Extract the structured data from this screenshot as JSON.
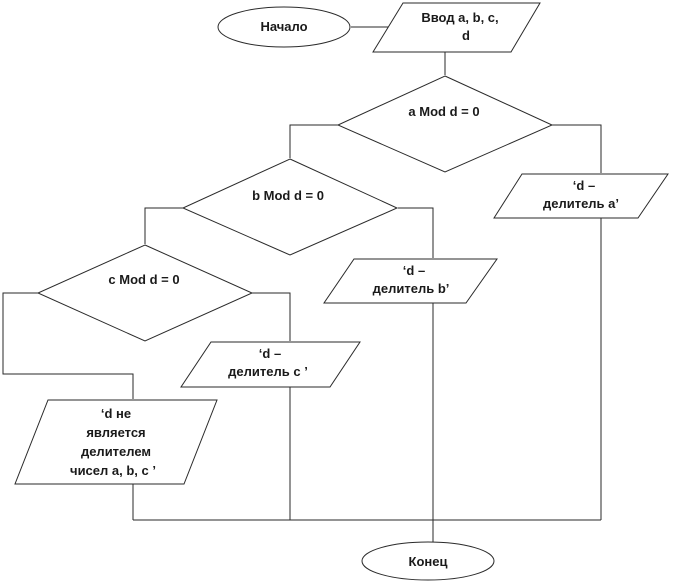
{
  "flowchart": {
    "start": "Начало",
    "end": "Конец",
    "input": [
      "Ввод a, b, c,",
      "d"
    ],
    "cond_a": "a  Mod  d = 0",
    "cond_b": "b  Mod  d = 0",
    "cond_c": "c  Mod  d = 0",
    "out_a": [
      "‘d –",
      "делитель  a’"
    ],
    "out_b": [
      "‘d –",
      "делитель  b’"
    ],
    "out_c": [
      "‘d –",
      "делитель  c ’"
    ],
    "out_none": [
      "‘d  не",
      "является",
      "делителем",
      "чисел  a, b, c ’"
    ]
  }
}
